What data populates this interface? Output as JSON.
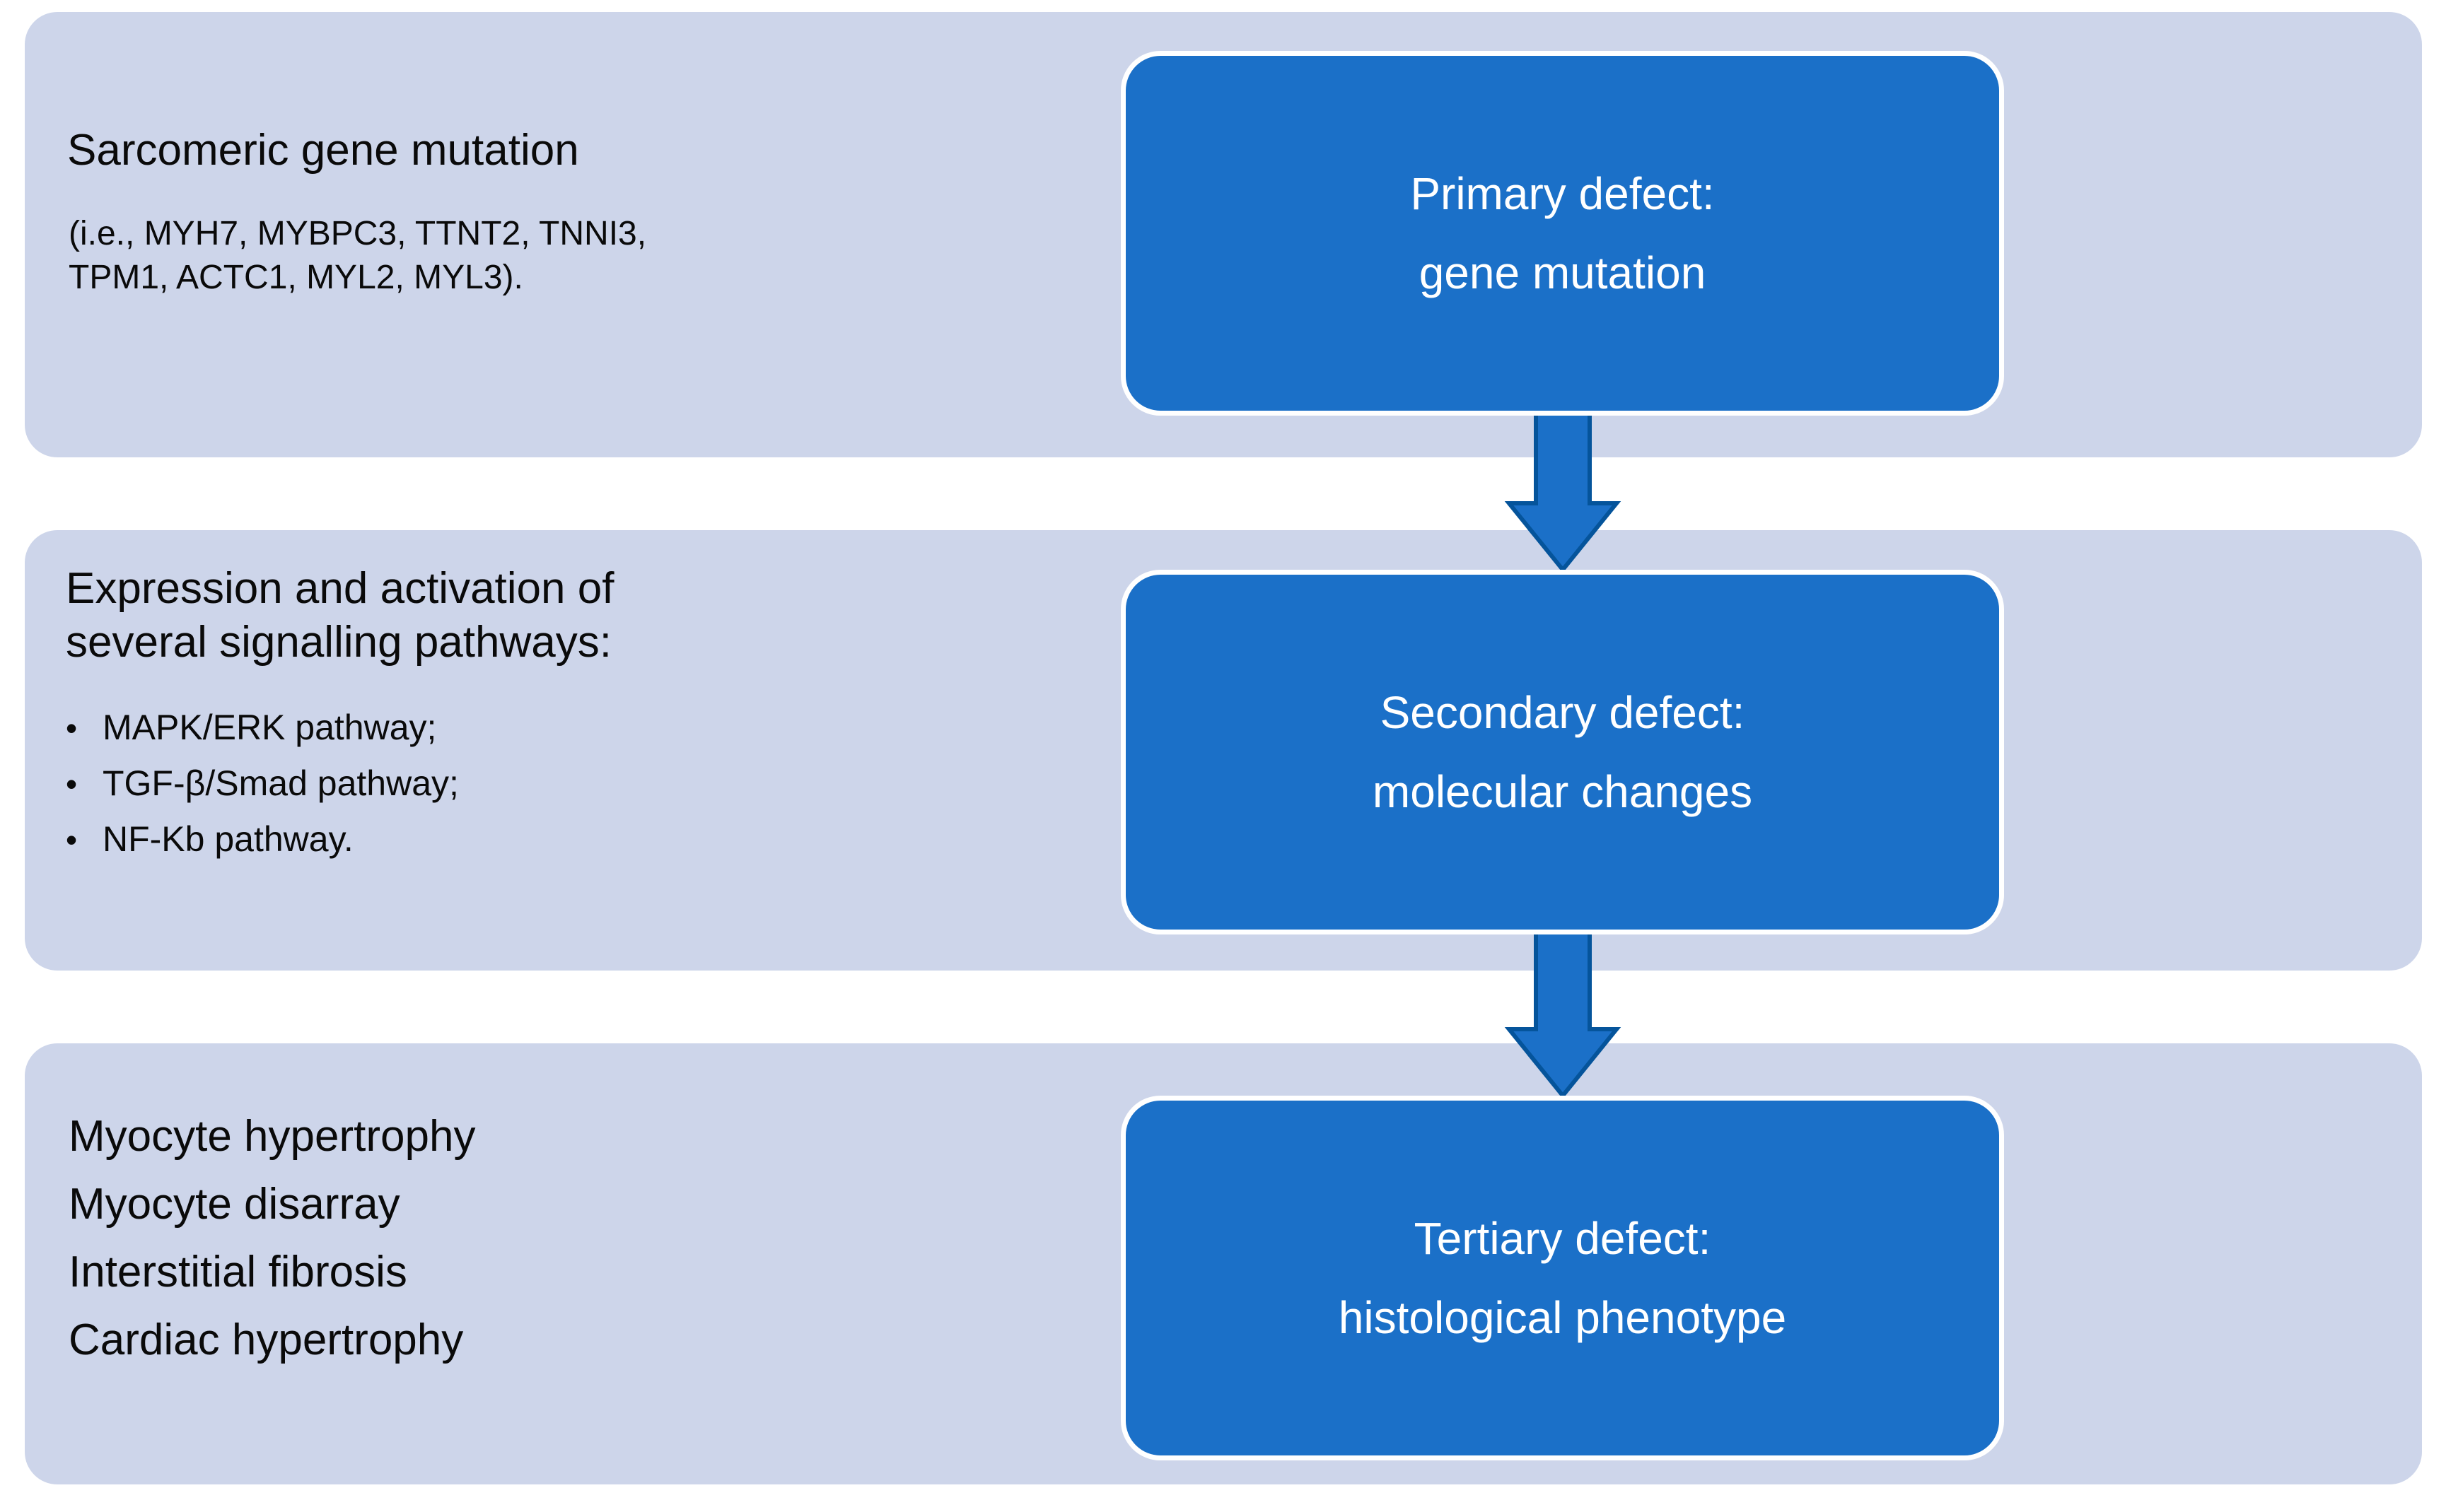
{
  "colors": {
    "page_bg": "#FFFFFF",
    "band_bg": "#CDD5EA",
    "box_fill": "#1B70C8",
    "box_border": "#FFFFFF",
    "box_text": "#FFFFFF",
    "arrow_fill": "#1B70C8",
    "arrow_outline": "#05549B",
    "text": "#0A0A0A"
  },
  "figure": {
    "rows": [
      {
        "name": "primary",
        "left_heading": "Sarcomeric gene mutation",
        "left_body": "(i.e., MYH7, MYBPC3, TTNT2, TNNI3,\nTPM1, ACTC1, MYL2, MYL3).",
        "box_label": "Primary defect:\ngene mutation"
      },
      {
        "name": "secondary",
        "left_heading": "Expression and activation of\nseveral signalling pathways:",
        "bullet_glyph": "•",
        "bullets": [
          "MAPK/ERK pathway;",
          "TGF-β/Smad pathway;",
          "NF-Kb pathway."
        ],
        "box_label": "Secondary defect:\nmolecular changes"
      },
      {
        "name": "tertiary",
        "items": [
          "Myocyte hypertrophy",
          "Myocyte disarray",
          "Interstitial fibrosis",
          "Cardiac hypertrophy"
        ],
        "box_label": "Tertiary defect:\nhistological phenotype"
      }
    ]
  }
}
